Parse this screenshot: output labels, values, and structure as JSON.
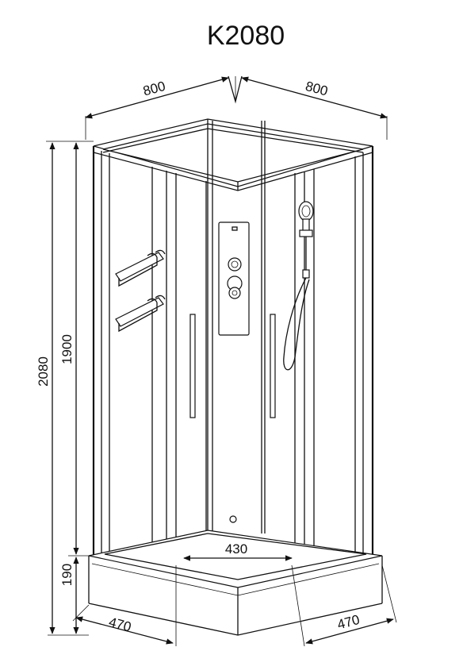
{
  "title": "K2080",
  "dimensions": {
    "top_left_width": "800",
    "top_right_width": "800",
    "total_height": "2080",
    "glass_height": "1900",
    "tray_height": "190",
    "tray_inner_width": "430",
    "bottom_left_depth": "470",
    "bottom_right_depth": "470"
  }
}
